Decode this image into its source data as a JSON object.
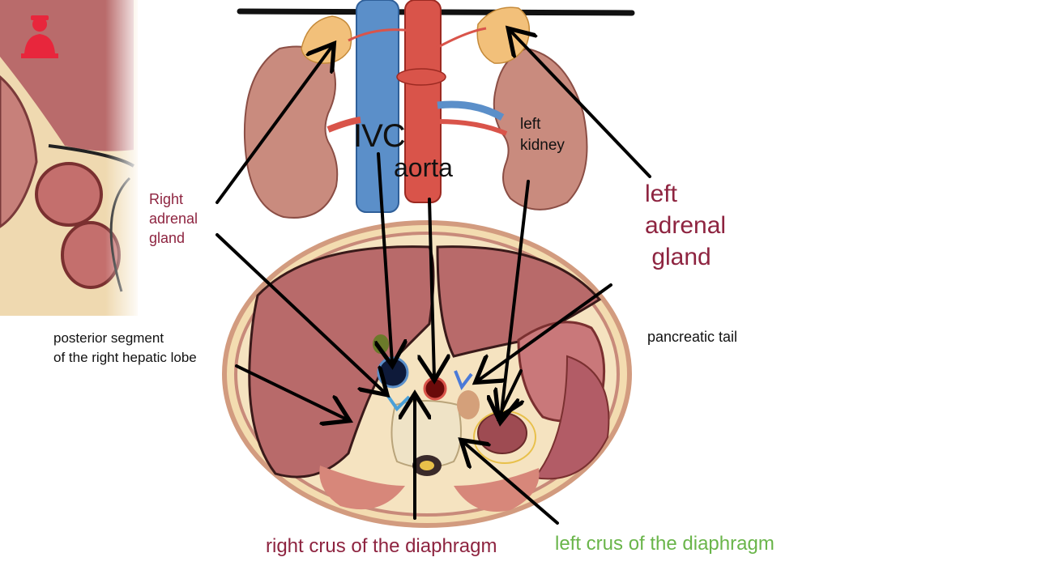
{
  "labels": {
    "right_adrenal": [
      "Right",
      "adrenal",
      "gland"
    ],
    "left_adrenal": [
      "left",
      "adrenal",
      " gland"
    ],
    "ivc": "IVC",
    "aorta": "aorta",
    "left_kidney": [
      "left",
      "kidney"
    ],
    "posterior_segment": [
      "posterior segment",
      "of the right hepatic lobe"
    ],
    "pancreatic_tail": "pancreatic tail",
    "right_crus": "right crus of the diaphragm",
    "left_crus": "left crus of the diaphragm"
  },
  "colors": {
    "label_maroon": "#8e2440",
    "label_green": "#6ab54a",
    "arrow": "#000000",
    "liver": "#b86a6a",
    "kidney": "#c98b7e",
    "ivc": "#5b8fc9",
    "aorta": "#d9544a",
    "adrenal": "#f2c07a",
    "fat": "#f5e3c0",
    "muscle": "#d7877a"
  }
}
